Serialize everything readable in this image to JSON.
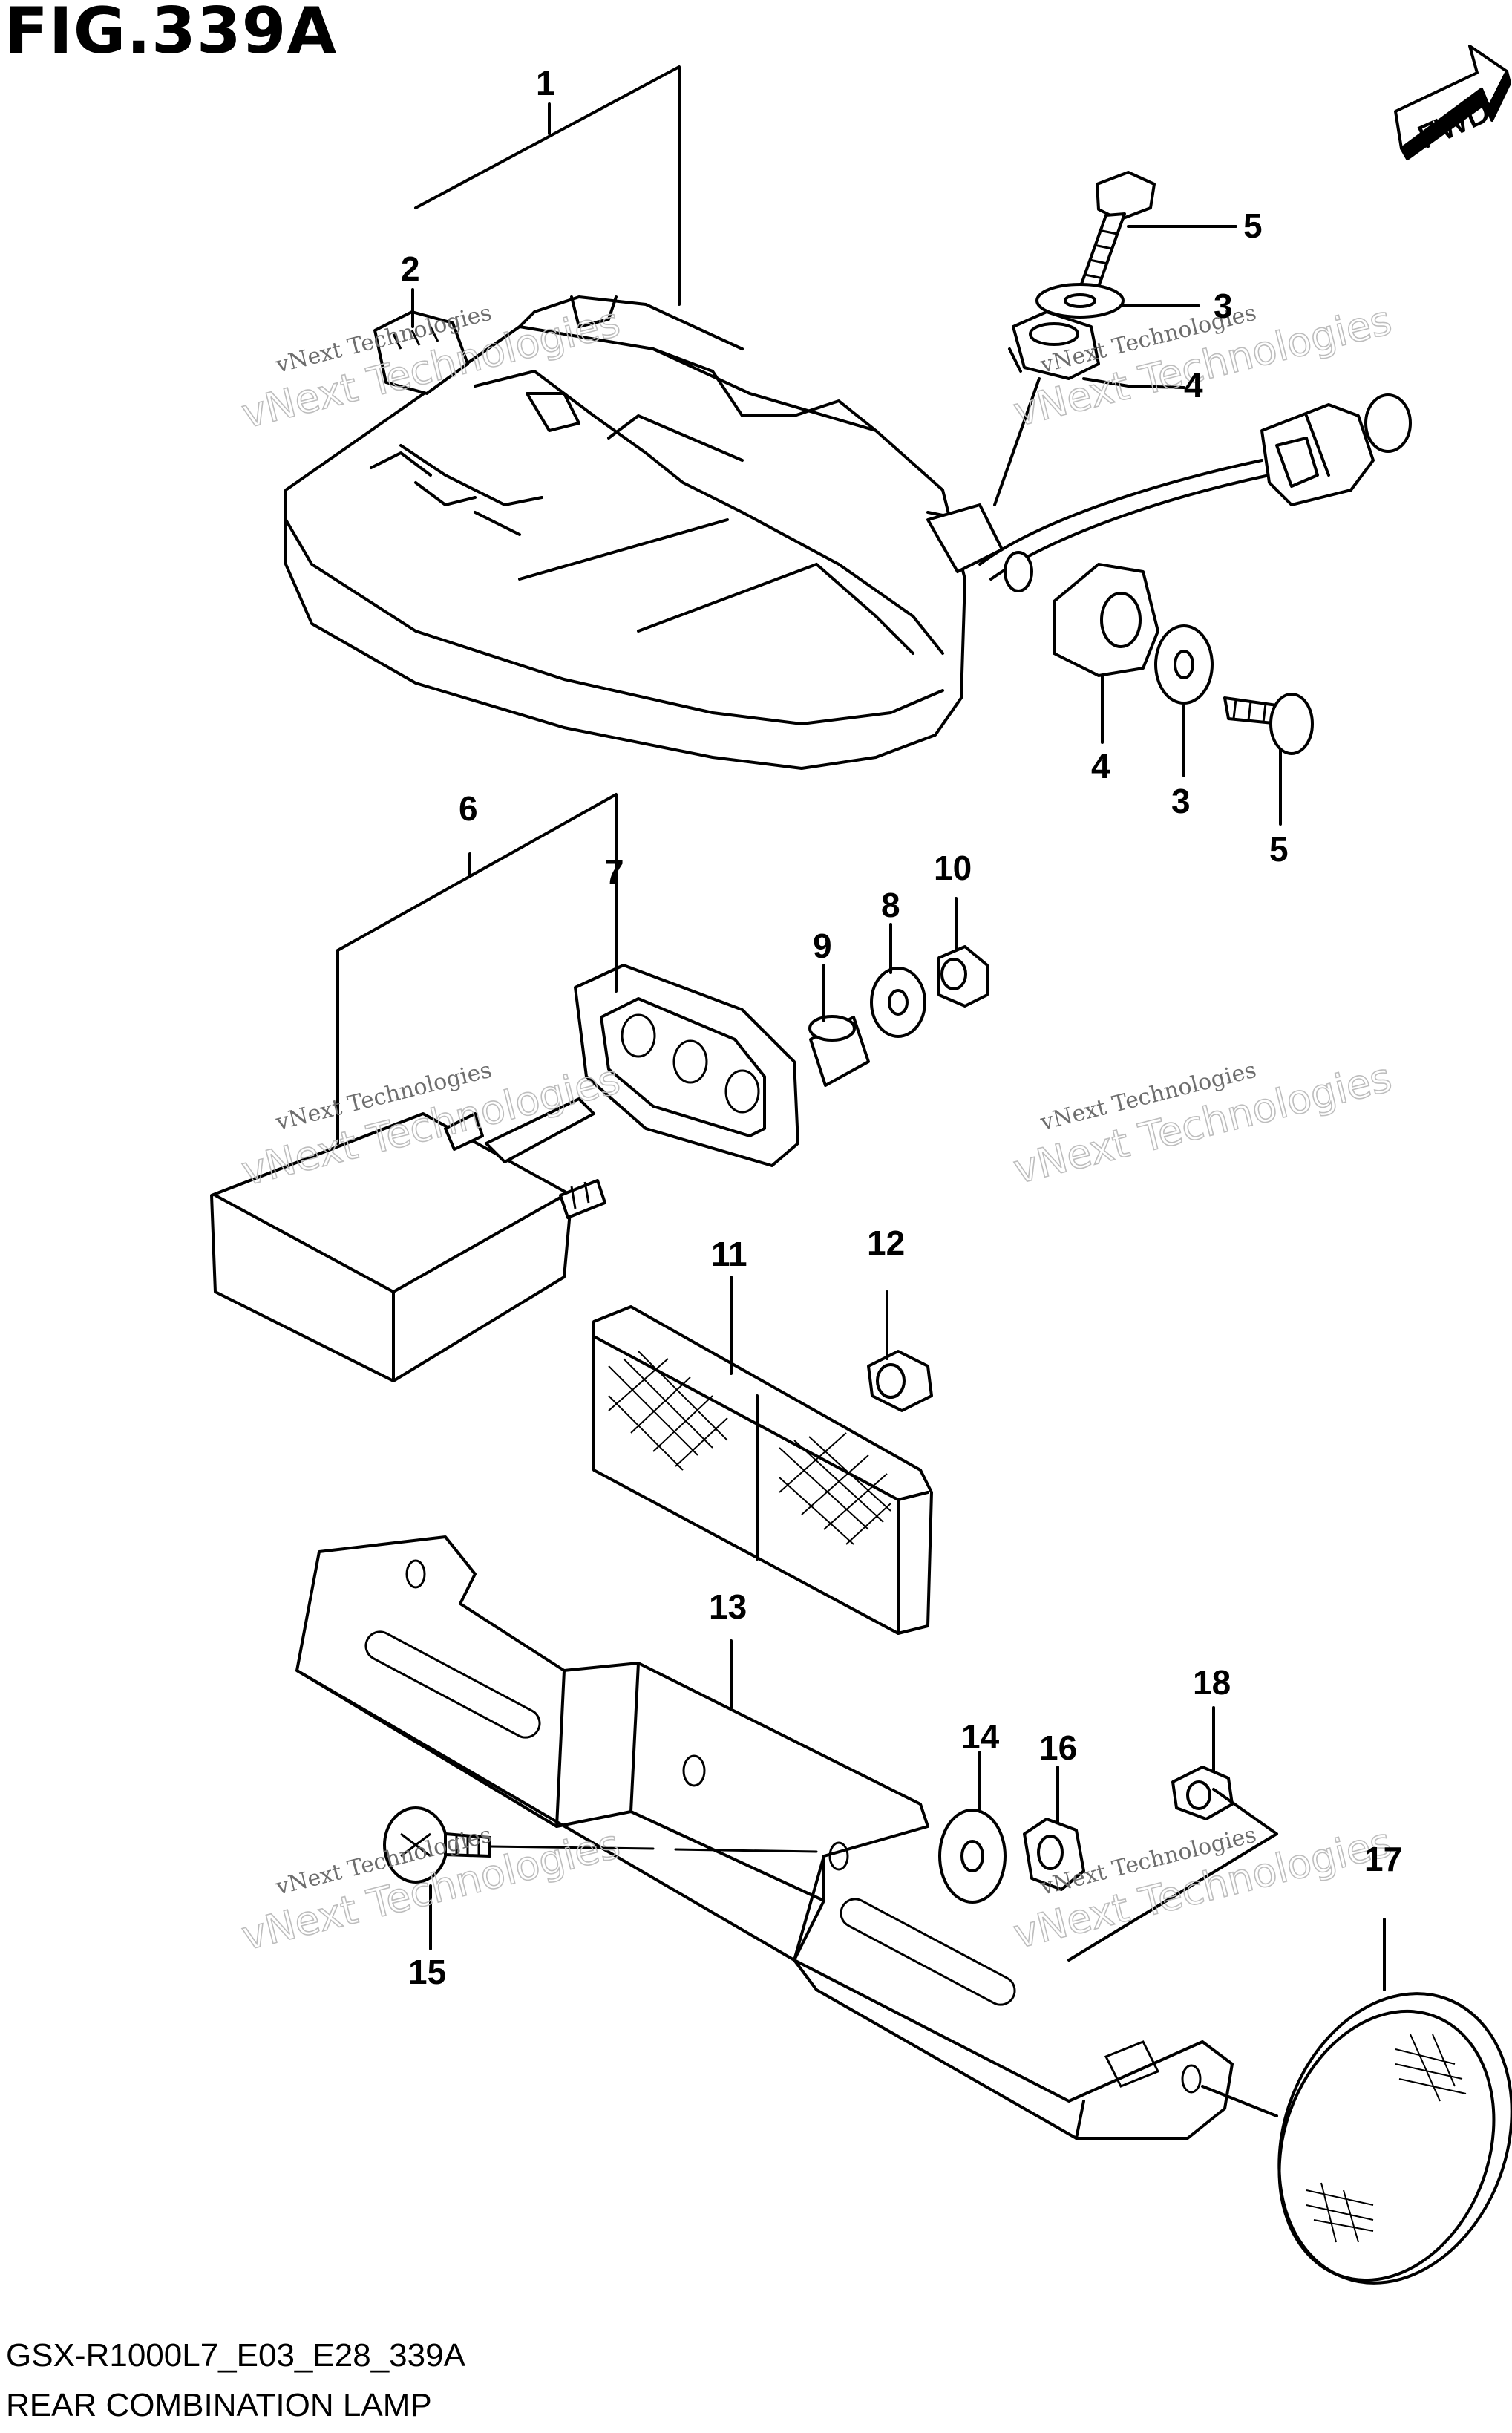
{
  "figure": {
    "title": "FIG.339A",
    "model_code": "GSX-R1000L7_E03_E28_339A",
    "caption": "REAR COMBINATION LAMP",
    "direction_label": "FWD"
  },
  "watermark": {
    "line1": "vNext Technologies",
    "line2": "vNext Technologies"
  },
  "parts": [
    {
      "id": "p1",
      "number": "1"
    },
    {
      "id": "p2",
      "number": "2"
    },
    {
      "id": "p3a",
      "number": "3"
    },
    {
      "id": "p4a",
      "number": "4"
    },
    {
      "id": "p5a",
      "number": "5"
    },
    {
      "id": "p4b",
      "number": "4"
    },
    {
      "id": "p3b",
      "number": "3"
    },
    {
      "id": "p5b",
      "number": "5"
    },
    {
      "id": "p6",
      "number": "6"
    },
    {
      "id": "p7",
      "number": "7"
    },
    {
      "id": "p8",
      "number": "8"
    },
    {
      "id": "p9",
      "number": "9"
    },
    {
      "id": "p10",
      "number": "10"
    },
    {
      "id": "p11",
      "number": "11"
    },
    {
      "id": "p12",
      "number": "12"
    },
    {
      "id": "p13",
      "number": "13"
    },
    {
      "id": "p14",
      "number": "14"
    },
    {
      "id": "p15",
      "number": "15"
    },
    {
      "id": "p16",
      "number": "16"
    },
    {
      "id": "p17",
      "number": "17"
    },
    {
      "id": "p18",
      "number": "18"
    }
  ]
}
